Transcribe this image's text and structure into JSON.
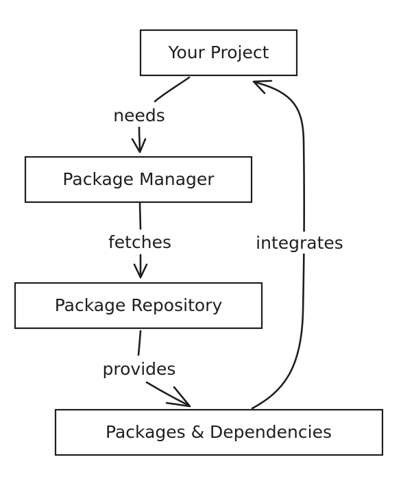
{
  "nodes": {
    "project": {
      "label": "Your Project"
    },
    "manager": {
      "label": "Package Manager"
    },
    "repository": {
      "label": "Package Repository"
    },
    "packages": {
      "label": "Packages & Dependencies"
    }
  },
  "edges": {
    "needs": {
      "label": "needs",
      "from": "Your Project",
      "to": "Package Manager"
    },
    "fetches": {
      "label": "fetches",
      "from": "Package Manager",
      "to": "Package Repository"
    },
    "provides": {
      "label": "provides",
      "from": "Package Repository",
      "to": "Packages & Dependencies"
    },
    "integrates": {
      "label": "integrates",
      "from": "Packages & Dependencies",
      "to": "Your Project"
    }
  },
  "colors": {
    "stroke": "#1e1e1e",
    "background": "#ffffff"
  }
}
